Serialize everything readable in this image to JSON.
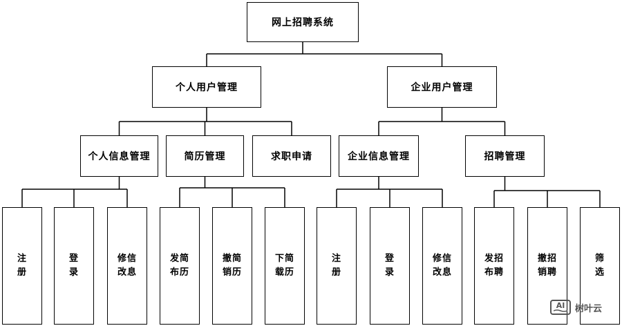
{
  "diagram": {
    "root": {
      "label": "网上招聘系统"
    },
    "level2": [
      {
        "label": "个人用户管理"
      },
      {
        "label": "企业用户管理"
      }
    ],
    "level3": [
      {
        "label": "个人信息管理"
      },
      {
        "label": "简历管理"
      },
      {
        "label": "求职申请"
      },
      {
        "label": "企业信息管理"
      },
      {
        "label": "招聘管理"
      }
    ],
    "leaves": [
      {
        "lines": [
          "注",
          "册"
        ]
      },
      {
        "lines": [
          "登",
          "录"
        ]
      },
      {
        "lines": [
          "修信",
          "改息"
        ]
      },
      {
        "lines": [
          "发简",
          "布历"
        ]
      },
      {
        "lines": [
          "撤简",
          "销历"
        ]
      },
      {
        "lines": [
          "下简",
          "载历"
        ]
      },
      {
        "lines": [
          "注",
          "册"
        ]
      },
      {
        "lines": [
          "登",
          "录"
        ]
      },
      {
        "lines": [
          "修信",
          "改息"
        ]
      },
      {
        "lines": [
          "发招",
          "布聘"
        ]
      },
      {
        "lines": [
          "撤招",
          "销聘"
        ]
      },
      {
        "lines": [
          "筛",
          "选"
        ]
      }
    ]
  },
  "watermark": {
    "logo_text": "AI",
    "text": "树叶云"
  }
}
